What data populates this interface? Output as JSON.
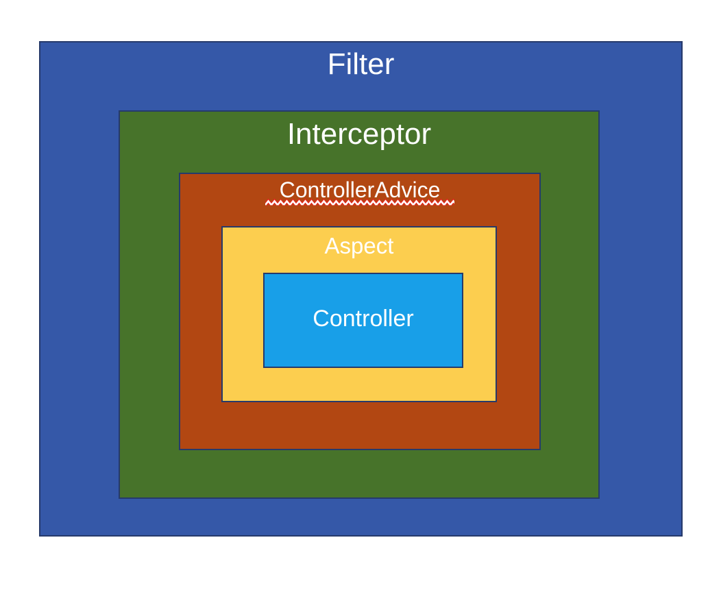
{
  "diagram": {
    "type": "nested-layers",
    "description": "Request-processing layers nested from outermost to innermost",
    "layers": [
      {
        "id": "filter",
        "label": "Filter",
        "fill": "#3558a8",
        "text_color": "#ffffff",
        "nesting_level": 0
      },
      {
        "id": "interceptor",
        "label": "Interceptor",
        "fill": "#47732a",
        "text_color": "#ffffff",
        "nesting_level": 1
      },
      {
        "id": "controller_advice",
        "label": "ControllerAdvice",
        "fill": "#b24712",
        "text_color": "#ffffff",
        "nesting_level": 2,
        "spellcheck_underline": true
      },
      {
        "id": "aspect",
        "label": "Aspect",
        "fill": "#fcce4f",
        "text_color": "#ffffff",
        "nesting_level": 3
      },
      {
        "id": "controller",
        "label": "Controller",
        "fill": "#189fe8",
        "text_color": "#ffffff",
        "nesting_level": 4
      }
    ],
    "colors": {
      "border": "#263a6b",
      "squiggle_red": "#e3261c",
      "squiggle_white": "#ffffff",
      "background": "#ffffff"
    }
  }
}
